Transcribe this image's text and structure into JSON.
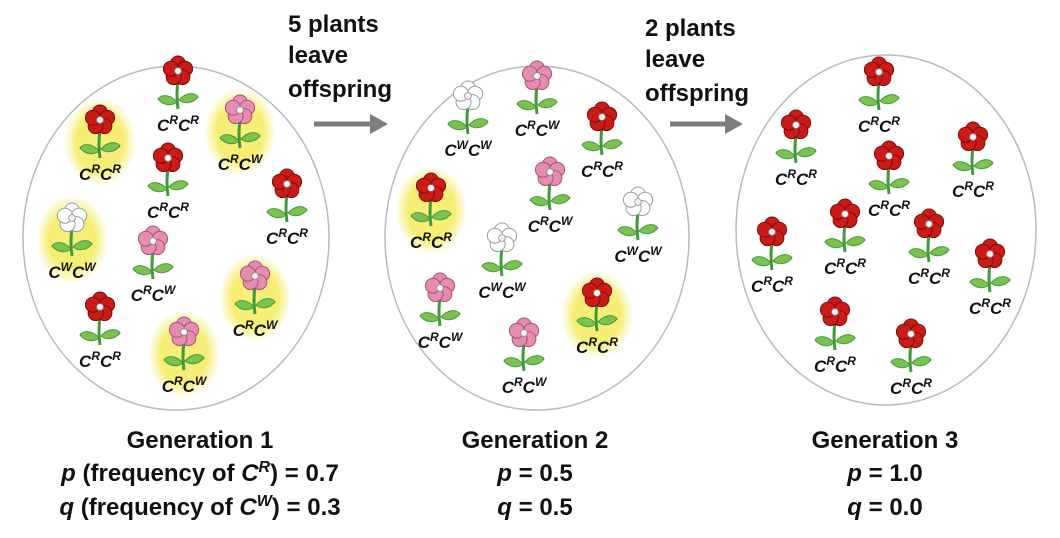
{
  "colors": {
    "red": "#cc1a16",
    "pink": "#e58cb0",
    "white": "#ffffff",
    "glow": "#f4ea5a",
    "stem": "#3e9a3a",
    "leaf": "#7cc24e",
    "arrow": "#7d7d7d",
    "ellipse_stroke": "#b9b9b9"
  },
  "arrows": [
    {
      "lines": [
        "5 plants",
        "leave",
        "offspring"
      ]
    },
    {
      "lines": [
        "2 plants",
        "leave",
        "offspring"
      ]
    }
  ],
  "generations": [
    {
      "title": "Generation 1",
      "lines": [
        {
          "var": "p",
          "label_pre": " (frequency of ",
          "allele_base": "C",
          "allele_sup": "R",
          "label_post": ")",
          "value": " = 0.7"
        },
        {
          "var": "q",
          "label_pre": " (frequency of ",
          "allele_base": "C",
          "allele_sup": "W",
          "label_post": ")",
          "value": " = 0.3"
        }
      ],
      "plants": [
        {
          "genotype": [
            "R",
            "R"
          ],
          "color": "red",
          "glow": false
        },
        {
          "genotype": [
            "R",
            "R"
          ],
          "color": "red",
          "glow": true
        },
        {
          "genotype": [
            "R",
            "W"
          ],
          "color": "pink",
          "glow": true
        },
        {
          "genotype": [
            "R",
            "R"
          ],
          "color": "red",
          "glow": false
        },
        {
          "genotype": [
            "R",
            "R"
          ],
          "color": "red",
          "glow": false
        },
        {
          "genotype": [
            "W",
            "W"
          ],
          "color": "white",
          "glow": true
        },
        {
          "genotype": [
            "R",
            "W"
          ],
          "color": "pink",
          "glow": false
        },
        {
          "genotype": [
            "R",
            "W"
          ],
          "color": "pink",
          "glow": true
        },
        {
          "genotype": [
            "R",
            "R"
          ],
          "color": "red",
          "glow": false
        },
        {
          "genotype": [
            "R",
            "W"
          ],
          "color": "pink",
          "glow": true
        }
      ]
    },
    {
      "title": "Generation 2",
      "lines": [
        {
          "var": "p",
          "value": " = 0.5"
        },
        {
          "var": "q",
          "value": " = 0.5"
        }
      ],
      "plants": [
        {
          "genotype": [
            "W",
            "W"
          ],
          "color": "white",
          "glow": false
        },
        {
          "genotype": [
            "R",
            "W"
          ],
          "color": "pink",
          "glow": false
        },
        {
          "genotype": [
            "R",
            "R"
          ],
          "color": "red",
          "glow": false
        },
        {
          "genotype": [
            "R",
            "R"
          ],
          "color": "red",
          "glow": true
        },
        {
          "genotype": [
            "R",
            "W"
          ],
          "color": "pink",
          "glow": false
        },
        {
          "genotype": [
            "W",
            "W"
          ],
          "color": "white",
          "glow": false
        },
        {
          "genotype": [
            "W",
            "W"
          ],
          "color": "white",
          "glow": false
        },
        {
          "genotype": [
            "R",
            "W"
          ],
          "color": "pink",
          "glow": false
        },
        {
          "genotype": [
            "R",
            "R"
          ],
          "color": "red",
          "glow": true
        },
        {
          "genotype": [
            "R",
            "W"
          ],
          "color": "pink",
          "glow": false
        }
      ]
    },
    {
      "title": "Generation 3",
      "lines": [
        {
          "var": "p",
          "value": " = 1.0"
        },
        {
          "var": "q",
          "value": " = 0.0"
        }
      ],
      "plants": [
        {
          "genotype": [
            "R",
            "R"
          ],
          "color": "red",
          "glow": false
        },
        {
          "genotype": [
            "R",
            "R"
          ],
          "color": "red",
          "glow": false
        },
        {
          "genotype": [
            "R",
            "R"
          ],
          "color": "red",
          "glow": false
        },
        {
          "genotype": [
            "R",
            "R"
          ],
          "color": "red",
          "glow": false
        },
        {
          "genotype": [
            "R",
            "R"
          ],
          "color": "red",
          "glow": false
        },
        {
          "genotype": [
            "R",
            "R"
          ],
          "color": "red",
          "glow": false
        },
        {
          "genotype": [
            "R",
            "R"
          ],
          "color": "red",
          "glow": false
        },
        {
          "genotype": [
            "R",
            "R"
          ],
          "color": "red",
          "glow": false
        },
        {
          "genotype": [
            "R",
            "R"
          ],
          "color": "red",
          "glow": false
        },
        {
          "genotype": [
            "R",
            "R"
          ],
          "color": "red",
          "glow": false
        }
      ]
    }
  ]
}
